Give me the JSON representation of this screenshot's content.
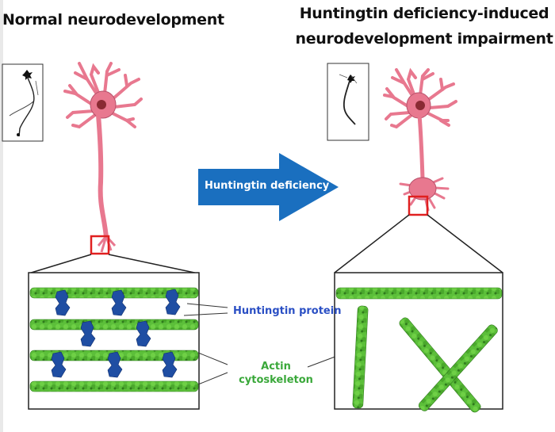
{
  "titles": {
    "left": "Normal neurodevelopment",
    "right_line1": "Huntingtin deficiency-induced",
    "right_line2": "neurodevelopment impairment"
  },
  "arrow": {
    "label": "Huntingtin deficiency",
    "color": "#1a6fbf"
  },
  "labels": {
    "huntingtin_protein": "Huntingtin protein",
    "actin_line1": "Actin",
    "actin_line2": "cytoskeleton"
  },
  "colors": {
    "neuron": "#e8788f",
    "neuron_outline": "#b8516a",
    "nucleus": "#8a2a33",
    "actin": "#5cbf3a",
    "actin_dark": "#2f7a1c",
    "huntingtin": "#1f4ea3",
    "zoom_box": "#e02020",
    "label_blue": "#2a4fc4",
    "label_green": "#3aa83a"
  }
}
